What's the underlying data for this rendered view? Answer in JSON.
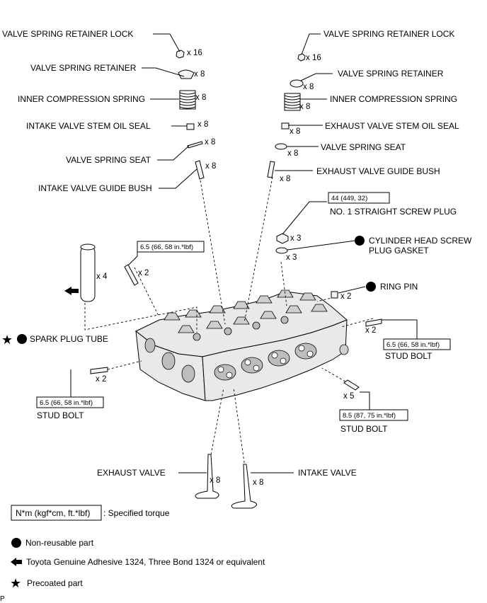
{
  "labels": {
    "l_vsrl": "VALVE SPRING RETAINER LOCK",
    "l_vsr": "VALVE SPRING RETAINER",
    "l_ics": "INNER COMPRESSION SPRING",
    "l_ivso": "INTAKE VALVE STEM OIL SEAL",
    "l_vss": "VALVE SPRING SEAT",
    "l_ivgb": "INTAKE VALVE GUIDE BUSH",
    "r_vsrl": "VALVE SPRING RETAINER LOCK",
    "r_vsr": "VALVE SPRING RETAINER",
    "r_ics": "INNER COMPRESSION SPRING",
    "r_evso": "EXHAUST VALVE STEM OIL SEAL",
    "r_vss": "VALVE SPRING SEAT",
    "r_evgb": "EXHAUST VALVE GUIDE BUSH",
    "plug": "NO. 1 STRAIGHT SCREW PLUG",
    "gasket_1": "CYLINDER HEAD SCREW",
    "gasket_2": "PLUG GASKET",
    "ring_pin": "RING PIN",
    "spark_tube": "SPARK PLUG TUBE",
    "stud_left": "STUD BOLT",
    "stud_right_top": "STUD BOLT",
    "stud_right_bottom": "STUD BOLT",
    "exhaust_valve": "EXHAUST VALVE",
    "intake_valve": "INTAKE VALVE"
  },
  "quantities": {
    "l_vsrl": "x 16",
    "l_vsr": "x 8",
    "l_ics": "x 8",
    "l_ivso": "x 8",
    "l_vss": "x 8",
    "l_ivgb": "x 8",
    "r_vsrl": "x 16",
    "r_vsr": "x 8",
    "r_ics": "x 8",
    "r_evso": "x 8",
    "r_vss": "x 8",
    "r_evgb": "x 8",
    "plug": "x 3",
    "gasket": "x 3",
    "ring_pin": "x 2",
    "spark_tube": "x 4",
    "stud_top_left": "x 2",
    "stud_left": "x 2",
    "stud_right_top": "x 2",
    "stud_right_bottom": "x 5",
    "exhaust_valve": "x 8",
    "intake_valve": "x 8"
  },
  "torques": {
    "plug": "44 (449, 32)",
    "stud_top_left": "6.5 (66, 58 in.*lbf)",
    "stud_left": "6.5 (66, 58 in.*lbf)",
    "stud_right_top": "6.5 (66, 58 in.*lbf)",
    "stud_right_bottom": "8.5 (87, 75 in.*lbf)"
  },
  "legend": {
    "torque_unit": "N*m (kgf*cm, ft.*lbf)",
    "torque_desc": ": Specified torque",
    "non_reusable": "Non-reusable part",
    "adhesive": "Toyota Genuine Adhesive 1324, Three Bond 1324 or equivalent",
    "precoated": "Precoated part"
  },
  "footer_code": "P",
  "icons": {
    "non_reusable": "filled-circle-icon",
    "adhesive": "arrow-left-icon",
    "precoated": "star-icon"
  }
}
